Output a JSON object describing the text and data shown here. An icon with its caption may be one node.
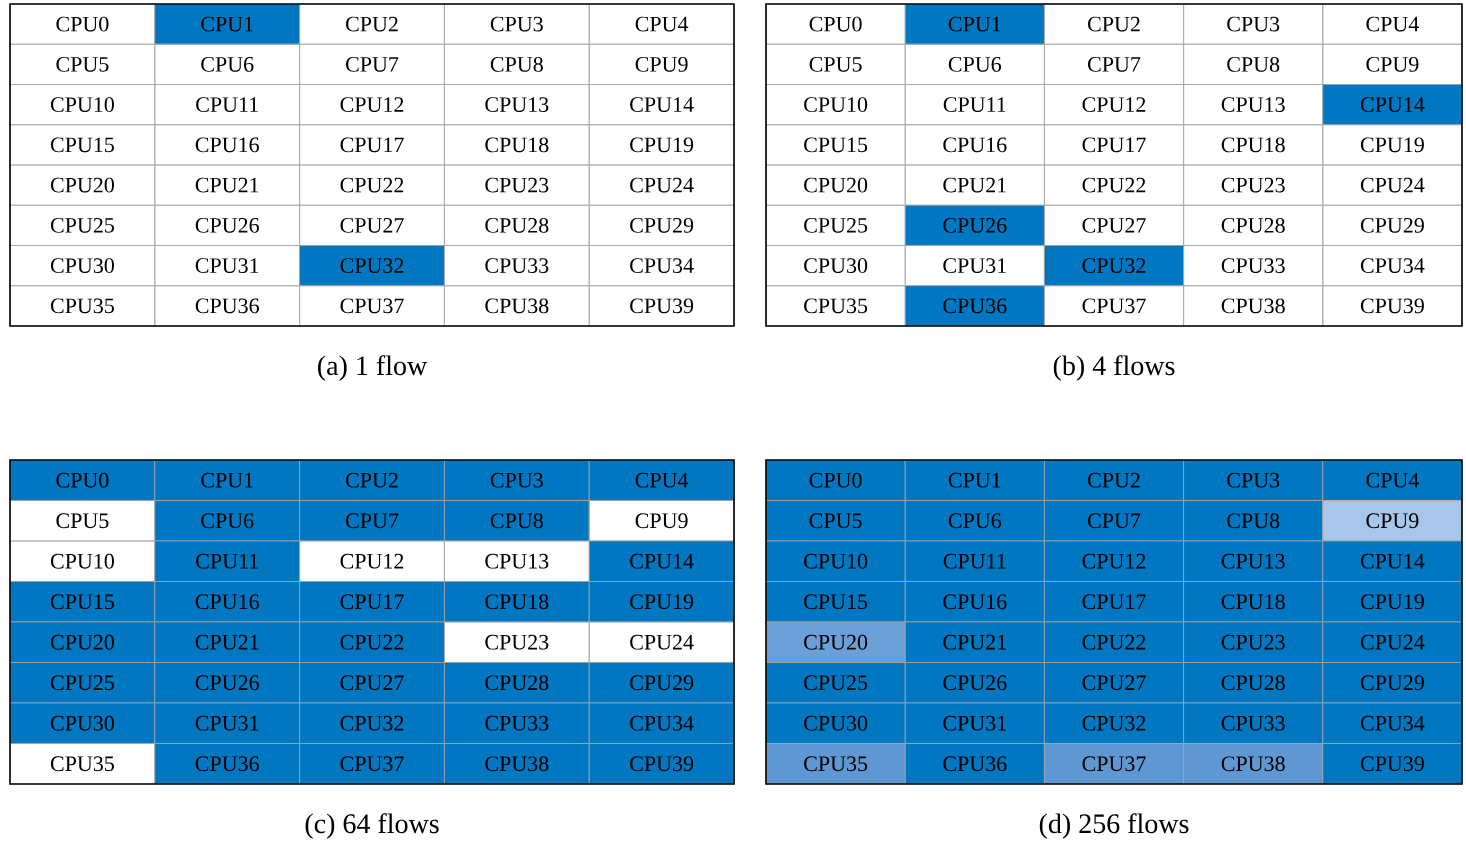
{
  "diagram": {
    "nodes": [
      {
        "text": [
          "(a) 1 flow"
        ]
      },
      {
        "text": [
          "CPU0"
        ],
        "in": 0
      },
      {
        "text": [
          "CPU1"
        ],
        "in": 0
      },
      {
        "text": [
          "CPU2"
        ],
        "in": 0
      },
      {
        "text": [
          "CPU3"
        ],
        "in": 0
      },
      {
        "text": [
          "CPU4"
        ],
        "in": 0
      },
      {
        "text": [
          "CPU5"
        ],
        "in": 0
      },
      {
        "text": [
          "CPU6"
        ],
        "in": 0
      },
      {
        "text": [
          "CPU7"
        ],
        "in": 0
      },
      {
        "text": [
          "CPU8"
        ],
        "in": 0
      },
      {
        "text": [
          "CPU9"
        ],
        "in": 0
      },
      {
        "text": [
          "CPU10"
        ],
        "in": 0
      },
      {
        "text": [
          "CPU11"
        ],
        "in": 0
      },
      {
        "text": [
          "CPU12"
        ],
        "in": 0
      },
      {
        "text": [
          "CPU13"
        ],
        "in": 0
      },
      {
        "text": [
          "CPU14"
        ],
        "in": 0
      },
      {
        "text": [
          "CPU15"
        ],
        "in": 0
      },
      {
        "text": [
          "CPU16"
        ],
        "in": 0
      },
      {
        "text": [
          "CPU17"
        ],
        "in": 0
      },
      {
        "text": [
          "CPU18"
        ],
        "in": 0
      },
      {
        "text": [
          "CPU19"
        ],
        "in": 0
      },
      {
        "text": [
          "CPU20"
        ],
        "in": 0
      },
      {
        "text": [
          "CPU21"
        ],
        "in": 0
      },
      {
        "text": [
          "CPU22"
        ],
        "in": 0
      },
      {
        "text": [
          "CPU23"
        ],
        "in": 0
      },
      {
        "text": [
          "CPU24"
        ],
        "in": 0
      },
      {
        "text": [
          "CPU25"
        ],
        "in": 0
      },
      {
        "text": [
          "CPU26"
        ],
        "in": 0
      },
      {
        "text": [
          "CPU27"
        ],
        "in": 0
      },
      {
        "text": [
          "CPU28"
        ],
        "in": 0
      },
      {
        "text": [
          "CPU29"
        ],
        "in": 0
      },
      {
        "text": [
          "CPU30"
        ],
        "in": 0
      },
      {
        "text": [
          "CPU31"
        ],
        "in": 0
      },
      {
        "text": [
          "CPU32"
        ],
        "in": 0
      },
      {
        "text": [
          "CPU33"
        ],
        "in": 0
      },
      {
        "text": [
          "CPU34"
        ],
        "in": 0
      },
      {
        "text": [
          "CPU35"
        ],
        "in": 0
      },
      {
        "text": [
          "CPU36"
        ],
        "in": 0
      },
      {
        "text": [
          "CPU37"
        ],
        "in": 0
      },
      {
        "text": [
          "CPU38"
        ],
        "in": 0
      },
      {
        "text": [
          "CPU39"
        ],
        "in": 0
      },
      {
        "text": [
          "(b) 4 flows"
        ]
      },
      {
        "text": [
          "CPU0"
        ],
        "in": 41
      },
      {
        "text": [
          "CPU1"
        ],
        "in": 41
      },
      {
        "text": [
          "CPU2"
        ],
        "in": 41
      },
      {
        "text": [
          "CPU3"
        ],
        "in": 41
      },
      {
        "text": [
          "CPU4"
        ],
        "in": 41
      },
      {
        "text": [
          "CPU5"
        ],
        "in": 41
      },
      {
        "text": [
          "CPU6"
        ],
        "in": 41
      },
      {
        "text": [
          "CPU7"
        ],
        "in": 41
      },
      {
        "text": [
          "CPU8"
        ],
        "in": 41
      },
      {
        "text": [
          "CPU9"
        ],
        "in": 41
      },
      {
        "text": [
          "CPU10"
        ],
        "in": 41
      },
      {
        "text": [
          "CPU11"
        ],
        "in": 41
      },
      {
        "text": [
          "CPU12"
        ],
        "in": 41
      },
      {
        "text": [
          "CPU13"
        ],
        "in": 41
      },
      {
        "text": [
          "CPU14"
        ],
        "in": 41
      },
      {
        "text": [
          "CPU15"
        ],
        "in": 41
      },
      {
        "text": [
          "CPU16"
        ],
        "in": 41
      },
      {
        "text": [
          "CPU17"
        ],
        "in": 41
      },
      {
        "text": [
          "CPU18"
        ],
        "in": 41
      },
      {
        "text": [
          "CPU19"
        ],
        "in": 41
      },
      {
        "text": [
          "CPU20"
        ],
        "in": 41
      },
      {
        "text": [
          "CPU21"
        ],
        "in": 41
      },
      {
        "text": [
          "CPU22"
        ],
        "in": 41
      },
      {
        "text": [
          "CPU23"
        ],
        "in": 41
      },
      {
        "text": [
          "CPU24"
        ],
        "in": 41
      },
      {
        "text": [
          "CPU25"
        ],
        "in": 41
      },
      {
        "text": [
          "CPU26"
        ],
        "in": 41
      },
      {
        "text": [
          "CPU27"
        ],
        "in": 41
      },
      {
        "text": [
          "CPU28"
        ],
        "in": 41
      },
      {
        "text": [
          "CPU29"
        ],
        "in": 41
      },
      {
        "text": [
          "CPU30"
        ],
        "in": 41
      },
      {
        "text": [
          "CPU31"
        ],
        "in": 41
      },
      {
        "text": [
          "CPU32"
        ],
        "in": 41
      },
      {
        "text": [
          "CPU33"
        ],
        "in": 41
      },
      {
        "text": [
          "CPU34"
        ],
        "in": 41
      },
      {
        "text": [
          "CPU35"
        ],
        "in": 41
      },
      {
        "text": [
          "CPU36"
        ],
        "in": 41
      },
      {
        "text": [
          "CPU37"
        ],
        "in": 41
      },
      {
        "text": [
          "CPU38"
        ],
        "in": 41
      },
      {
        "text": [
          "CPU39"
        ],
        "in": 41
      },
      {
        "text": [
          "(c) 64 flows"
        ]
      },
      {
        "text": [
          "CPU0"
        ],
        "in": 82
      },
      {
        "text": [
          "CPU1"
        ],
        "in": 82
      },
      {
        "text": [
          "CPU2"
        ],
        "in": 82
      },
      {
        "text": [
          "CPU3"
        ],
        "in": 82
      },
      {
        "text": [
          "CPU4"
        ],
        "in": 82
      },
      {
        "text": [
          "CPU5"
        ],
        "in": 82
      },
      {
        "text": [
          "CPU6"
        ],
        "in": 82
      },
      {
        "text": [
          "CPU7"
        ],
        "in": 82
      },
      {
        "text": [
          "CPU8"
        ],
        "in": 82
      },
      {
        "text": [
          "CPU9"
        ],
        "in": 82
      },
      {
        "text": [
          "CPU10"
        ],
        "in": 82
      },
      {
        "text": [
          "CPU11"
        ],
        "in": 82
      },
      {
        "text": [
          "CPU12"
        ],
        "in": 82
      },
      {
        "text": [
          "CPU13"
        ],
        "in": 82
      },
      {
        "text": [
          "CPU14"
        ],
        "in": 82
      },
      {
        "text": [
          "CPU15"
        ],
        "in": 82
      },
      {
        "text": [
          "CPU16"
        ],
        "in": 82
      },
      {
        "text": [
          "CPU17"
        ],
        "in": 82
      },
      {
        "text": [
          "CPU18"
        ],
        "in": 82
      },
      {
        "text": [
          "CPU19"
        ],
        "in": 82
      },
      {
        "text": [
          "CPU20"
        ],
        "in": 82
      },
      {
        "text": [
          "CPU21"
        ],
        "in": 82
      },
      {
        "text": [
          "CPU22"
        ],
        "in": 82
      },
      {
        "text": [
          "CPU23"
        ],
        "in": 82
      },
      {
        "text": [
          "CPU24"
        ],
        "in": 82
      },
      {
        "text": [
          "CPU25"
        ],
        "in": 82
      },
      {
        "text": [
          "CPU26"
        ],
        "in": 82
      },
      {
        "text": [
          "CPU27"
        ],
        "in": 82
      },
      {
        "text": [
          "CPU28"
        ],
        "in": 82
      },
      {
        "text": [
          "CPU29"
        ],
        "in": 82
      },
      {
        "text": [
          "CPU30"
        ],
        "in": 82
      },
      {
        "text": [
          "CPU31"
        ],
        "in": 82
      },
      {
        "text": [
          "CPU32"
        ],
        "in": 82
      },
      {
        "text": [
          "CPU33"
        ],
        "in": 82
      },
      {
        "text": [
          "CPU34"
        ],
        "in": 82
      },
      {
        "text": [
          "CPU35"
        ],
        "in": 82
      },
      {
        "text": [
          "CPU36"
        ],
        "in": 82
      },
      {
        "text": [
          "CPU37"
        ],
        "in": 82
      },
      {
        "text": [
          "CPU38"
        ],
        "in": 82
      },
      {
        "text": [
          "CPU39"
        ],
        "in": 82
      },
      {
        "text": [
          "(d) 256 flows"
        ]
      },
      {
        "text": [
          "CPU0"
        ],
        "in": 123
      },
      {
        "text": [
          "CPU1"
        ],
        "in": 123
      },
      {
        "text": [
          "CPU2"
        ],
        "in": 123
      },
      {
        "text": [
          "CPU3"
        ],
        "in": 123
      },
      {
        "text": [
          "CPU4"
        ],
        "in": 123
      },
      {
        "text": [
          "CPU5"
        ],
        "in": 123
      },
      {
        "text": [
          "CPU6"
        ],
        "in": 123
      },
      {
        "text": [
          "CPU7"
        ],
        "in": 123
      },
      {
        "text": [
          "CPU8"
        ],
        "in": 123
      },
      {
        "text": [
          "CPU9"
        ],
        "in": 123
      },
      {
        "text": [
          "CPU10"
        ],
        "in": 123
      },
      {
        "text": [
          "CPU11"
        ],
        "in": 123
      },
      {
        "text": [
          "CPU12"
        ],
        "in": 123
      },
      {
        "text": [
          "CPU13"
        ],
        "in": 123
      },
      {
        "text": [
          "CPU14"
        ],
        "in": 123
      },
      {
        "text": [
          "CPU15"
        ],
        "in": 123
      },
      {
        "text": [
          "CPU16"
        ],
        "in": 123
      },
      {
        "text": [
          "CPU17"
        ],
        "in": 123
      },
      {
        "text": [
          "CPU18"
        ],
        "in": 123
      },
      {
        "text": [
          "CPU19"
        ],
        "in": 123
      },
      {
        "text": [
          "CPU20"
        ],
        "in": 123
      },
      {
        "text": [
          "CPU21"
        ],
        "in": 123
      },
      {
        "text": [
          "CPU22"
        ],
        "in": 123
      },
      {
        "text": [
          "CPU23"
        ],
        "in": 123
      },
      {
        "text": [
          "CPU24"
        ],
        "in": 123
      },
      {
        "text": [
          "CPU25"
        ],
        "in": 123
      },
      {
        "text": [
          "CPU26"
        ],
        "in": 123
      },
      {
        "text": [
          "CPU27"
        ],
        "in": 123
      },
      {
        "text": [
          "CPU28"
        ],
        "in": 123
      },
      {
        "text": [
          "CPU29"
        ],
        "in": 123
      },
      {
        "text": [
          "CPU30"
        ],
        "in": 123
      },
      {
        "text": [
          "CPU31"
        ],
        "in": 123
      },
      {
        "text": [
          "CPU32"
        ],
        "in": 123
      },
      {
        "text": [
          "CPU33"
        ],
        "in": 123
      },
      {
        "text": [
          "CPU34"
        ],
        "in": 123
      },
      {
        "text": [
          "CPU35"
        ],
        "in": 123
      },
      {
        "text": [
          "CPU36"
        ],
        "in": 123
      },
      {
        "text": [
          "CPU37"
        ],
        "in": 123
      },
      {
        "text": [
          "CPU38"
        ],
        "in": 123
      },
      {
        "text": [
          "CPU39"
        ],
        "in": 123
      }
    ]
  }
}
